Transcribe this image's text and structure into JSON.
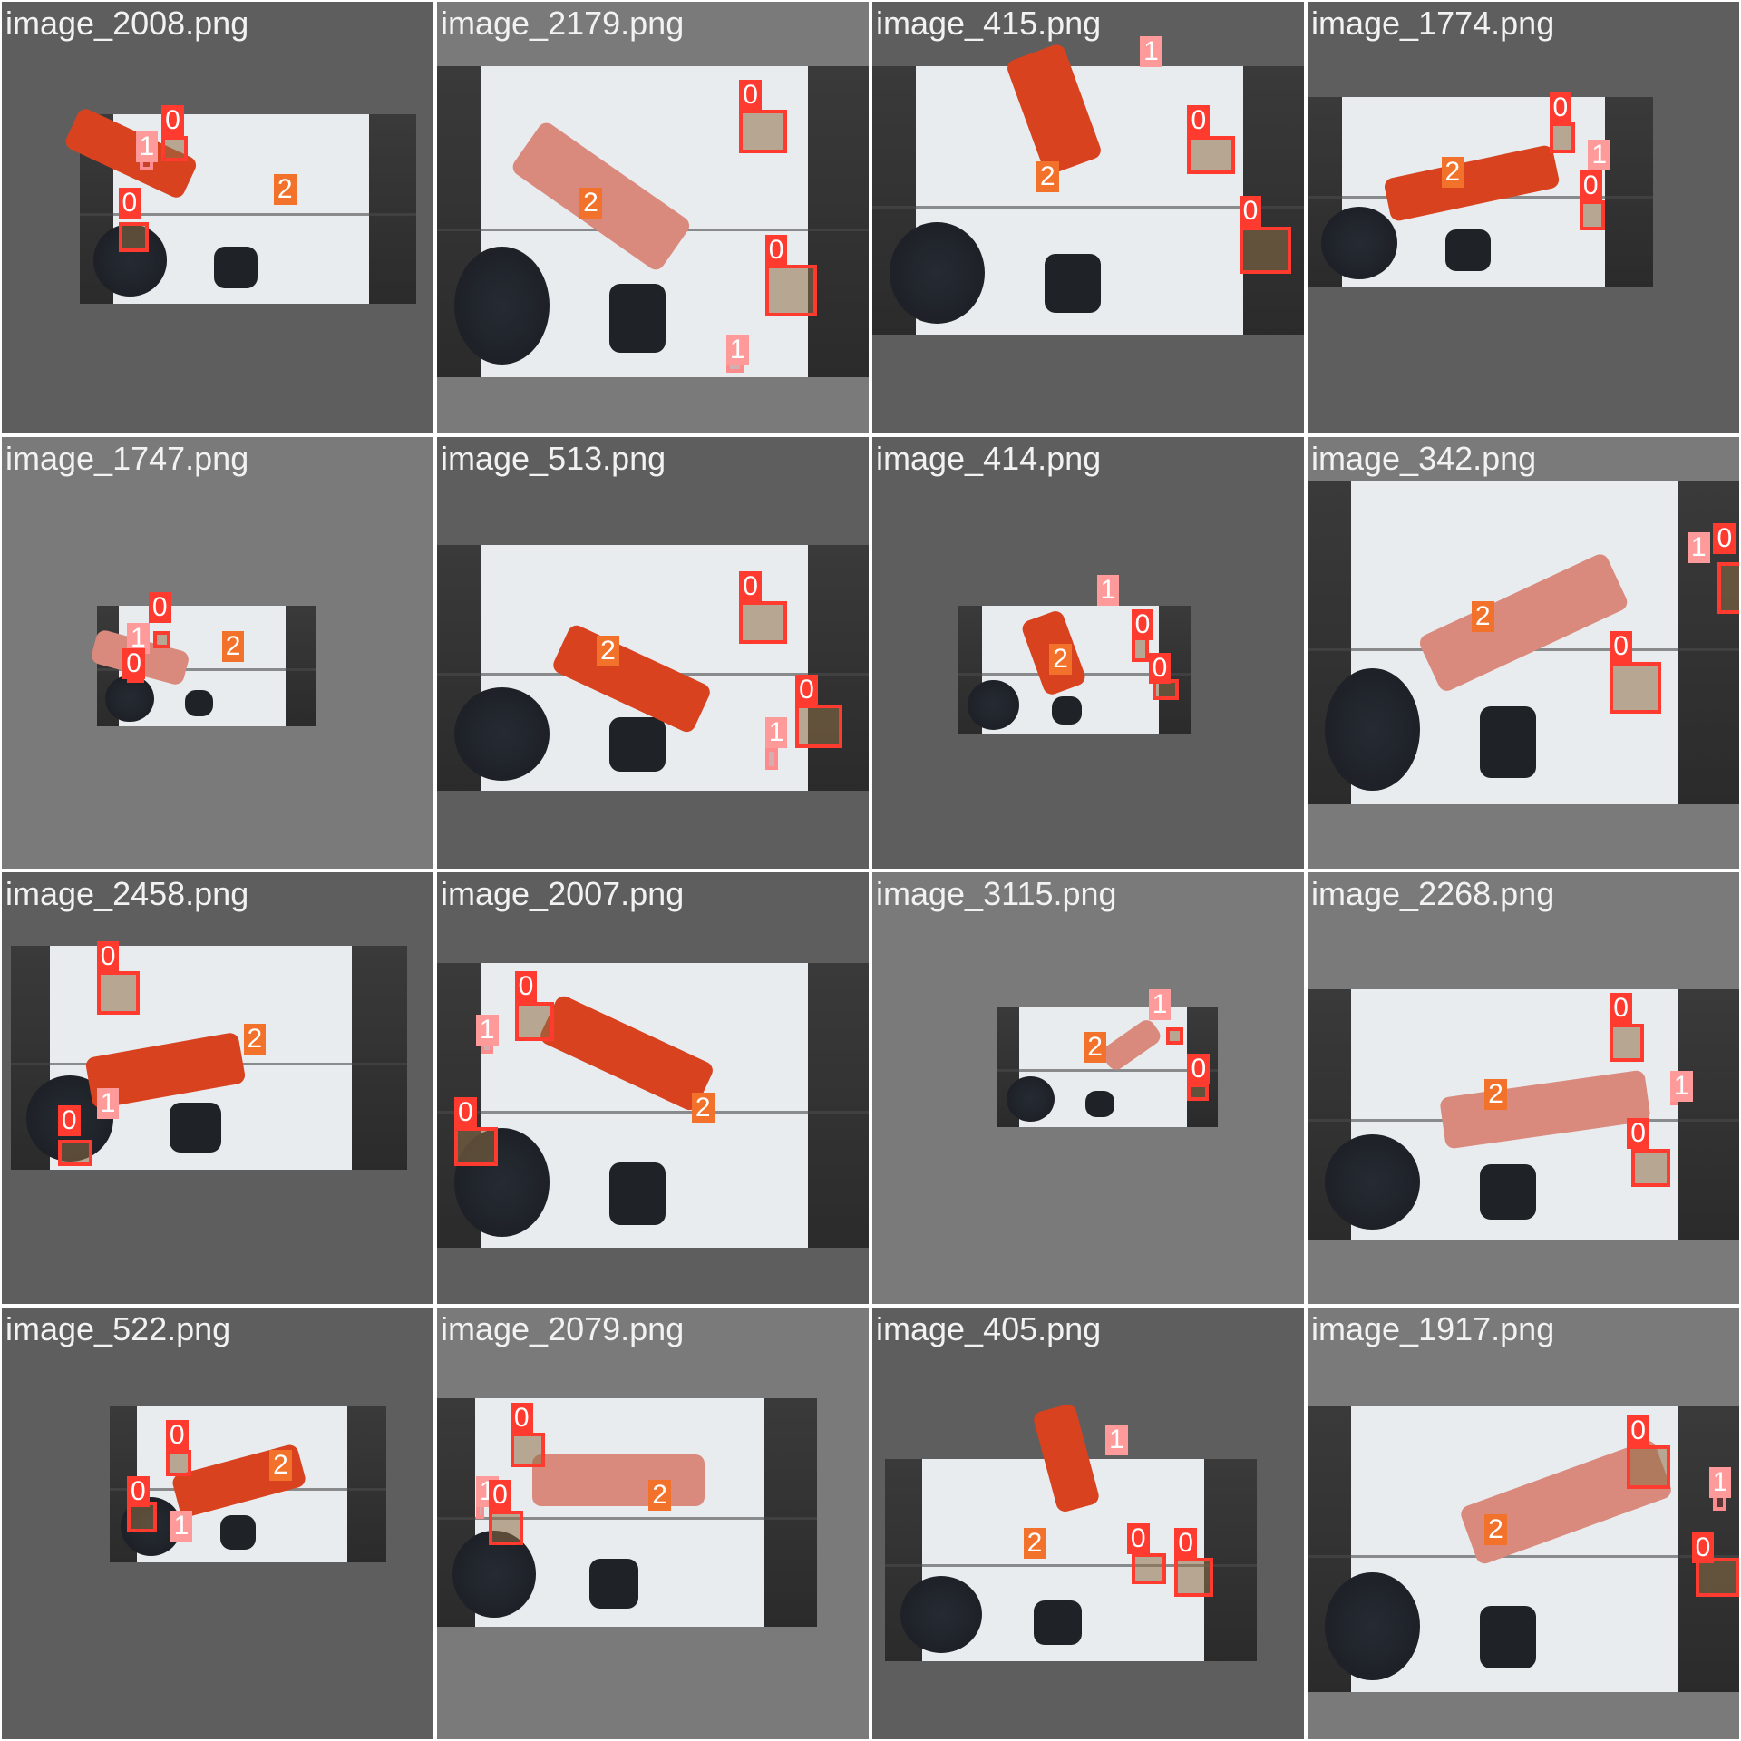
{
  "tiles": [
    {
      "filename": "image_2008.png",
      "labels": [
        {
          "text": "0",
          "cls": 0
        },
        {
          "text": "1",
          "cls": 1
        },
        {
          "text": "0",
          "cls": 0
        },
        {
          "text": "2",
          "cls": 2
        }
      ]
    },
    {
      "filename": "image_2179.png",
      "labels": [
        {
          "text": "0",
          "cls": 0
        },
        {
          "text": "2",
          "cls": 2
        },
        {
          "text": "0",
          "cls": 0
        },
        {
          "text": "1",
          "cls": 1
        }
      ]
    },
    {
      "filename": "image_415.png",
      "labels": [
        {
          "text": "1",
          "cls": 1
        },
        {
          "text": "0",
          "cls": 0
        },
        {
          "text": "2",
          "cls": 2
        },
        {
          "text": "0",
          "cls": 0
        }
      ]
    },
    {
      "filename": "image_1774.png",
      "labels": [
        {
          "text": "0",
          "cls": 0
        },
        {
          "text": "2",
          "cls": 2
        },
        {
          "text": "1",
          "cls": 1
        },
        {
          "text": "0",
          "cls": 0
        }
      ]
    },
    {
      "filename": "image_1747.png",
      "labels": [
        {
          "text": "0",
          "cls": 0
        },
        {
          "text": "1",
          "cls": 1
        },
        {
          "text": "0",
          "cls": 0
        },
        {
          "text": "2",
          "cls": 2
        }
      ]
    },
    {
      "filename": "image_513.png",
      "labels": [
        {
          "text": "0",
          "cls": 0
        },
        {
          "text": "2",
          "cls": 2
        },
        {
          "text": "0",
          "cls": 0
        },
        {
          "text": "1",
          "cls": 1
        }
      ]
    },
    {
      "filename": "image_414.png",
      "labels": [
        {
          "text": "1",
          "cls": 1
        },
        {
          "text": "0",
          "cls": 0
        },
        {
          "text": "2",
          "cls": 2
        },
        {
          "text": "0",
          "cls": 0
        }
      ]
    },
    {
      "filename": "image_342.png",
      "labels": [
        {
          "text": "1",
          "cls": 1
        },
        {
          "text": "0",
          "cls": 0
        },
        {
          "text": "2",
          "cls": 2
        },
        {
          "text": "0",
          "cls": 0
        }
      ]
    },
    {
      "filename": "image_2458.png",
      "labels": [
        {
          "text": "0",
          "cls": 0
        },
        {
          "text": "2",
          "cls": 2
        },
        {
          "text": "1",
          "cls": 1
        },
        {
          "text": "0",
          "cls": 0
        }
      ]
    },
    {
      "filename": "image_2007.png",
      "labels": [
        {
          "text": "0",
          "cls": 0
        },
        {
          "text": "1",
          "cls": 1
        },
        {
          "text": "2",
          "cls": 2
        },
        {
          "text": "0",
          "cls": 0
        }
      ]
    },
    {
      "filename": "image_3115.png",
      "labels": [
        {
          "text": "1",
          "cls": 1
        },
        {
          "text": "2",
          "cls": 2
        },
        {
          "text": "0",
          "cls": 0
        }
      ]
    },
    {
      "filename": "image_2268.png",
      "labels": [
        {
          "text": "0",
          "cls": 0
        },
        {
          "text": "2",
          "cls": 2
        },
        {
          "text": "1",
          "cls": 1
        },
        {
          "text": "0",
          "cls": 0
        }
      ]
    },
    {
      "filename": "image_522.png",
      "labels": [
        {
          "text": "0",
          "cls": 0
        },
        {
          "text": "2",
          "cls": 2
        },
        {
          "text": "0",
          "cls": 0
        },
        {
          "text": "1",
          "cls": 1
        }
      ]
    },
    {
      "filename": "image_2079.png",
      "labels": [
        {
          "text": "0",
          "cls": 0
        },
        {
          "text": "2",
          "cls": 2
        },
        {
          "text": "1",
          "cls": 1
        },
        {
          "text": "0",
          "cls": 0
        }
      ]
    },
    {
      "filename": "image_405.png",
      "labels": [
        {
          "text": "1",
          "cls": 1
        },
        {
          "text": "2",
          "cls": 2
        },
        {
          "text": "0",
          "cls": 0
        },
        {
          "text": "0",
          "cls": 0
        }
      ]
    },
    {
      "filename": "image_1917.png",
      "labels": [
        {
          "text": "0",
          "cls": 0
        },
        {
          "text": "2",
          "cls": 2
        },
        {
          "text": "1",
          "cls": 1
        },
        {
          "text": "0",
          "cls": 0
        }
      ]
    }
  ],
  "colors": {
    "class_0": "#ff3b30",
    "class_1": "#ff9a9a",
    "class_2": "#f2722b",
    "pad_dark": "#5e5e5e",
    "pad_light": "#7a7a7a"
  }
}
